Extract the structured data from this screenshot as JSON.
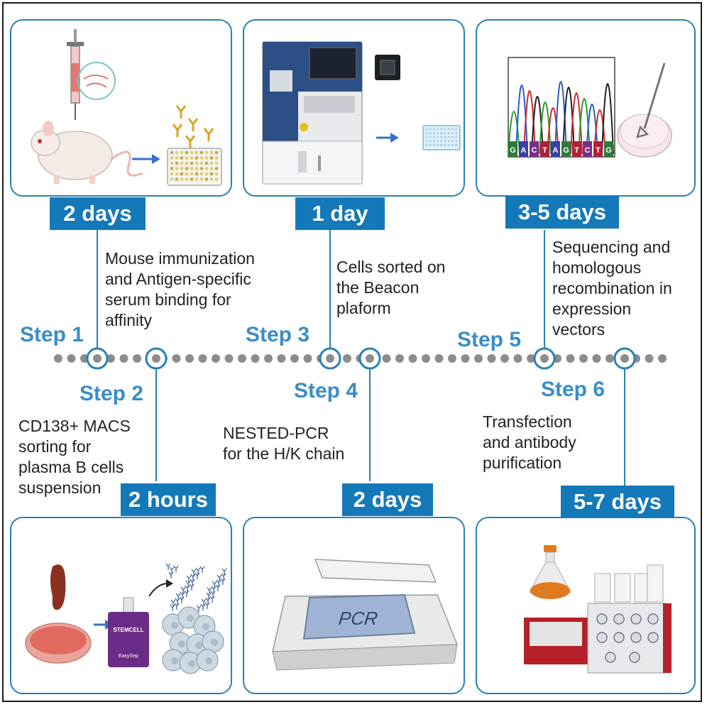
{
  "steps": [
    {
      "label": "Step 1",
      "duration": "2 days",
      "description": [
        "Mouse immunization",
        "and Antigen-specific",
        "serum binding for",
        "affinity"
      ]
    },
    {
      "label": "Step 2",
      "duration": "2 hours",
      "description": [
        "CD138+ MACS",
        "sorting for",
        "plasma B cells",
        "suspension"
      ]
    },
    {
      "label": "Step 3",
      "duration": "1 day",
      "description": [
        "Cells sorted on",
        "the Beacon",
        "plaform"
      ]
    },
    {
      "label": "Step 4",
      "duration": "2 days",
      "description": [
        "NESTED-PCR",
        "for the H/K chain"
      ]
    },
    {
      "label": "Step 5",
      "duration": "3-5 days",
      "description": [
        "Sequencing and",
        "homologous",
        "recombination in",
        "expression",
        "vectors"
      ]
    },
    {
      "label": "Step 6",
      "duration": "5-7 days",
      "description": [
        "Transfection",
        "and antibody",
        "purification"
      ]
    }
  ],
  "illustrations": {
    "sequence_letters": [
      "G",
      "A",
      "C",
      "T",
      "A",
      "G",
      "T",
      "C",
      "T",
      "G"
    ],
    "device_label": "PCR",
    "kit_brand": "STEMCELL",
    "kit_name": "EasySep"
  },
  "colors": {
    "accent": "#1479b8",
    "step_text": "#3a8cc8",
    "border": "#2a80b4",
    "timeline_dot": "#8c8c8c"
  }
}
